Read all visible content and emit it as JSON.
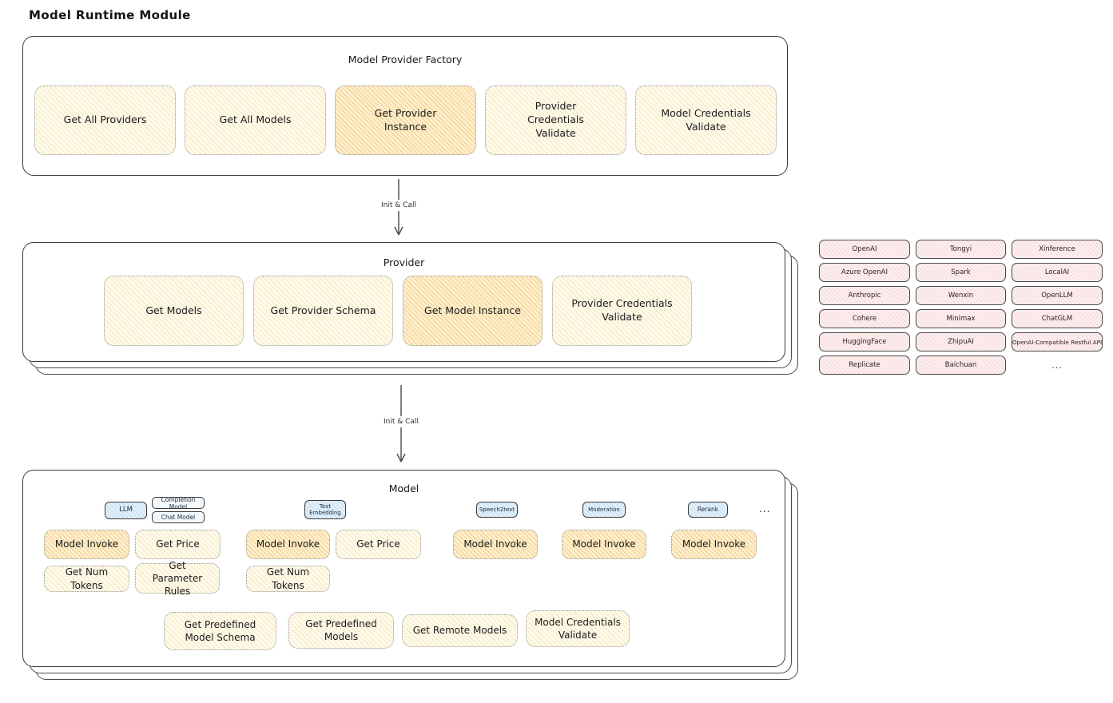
{
  "page_title": "Model Runtime Module",
  "factory": {
    "title": "Model Provider Factory",
    "cards": {
      "get_all_providers": "Get All Providers",
      "get_all_models": "Get All Models",
      "get_provider_instance": "Get Provider Instance",
      "provider_credentials_validate": "Provider Credentials Validate",
      "model_credentials_validate": "Model Credentials Validate"
    }
  },
  "arrows": {
    "factory_to_provider": "Init & Call",
    "provider_to_model": "Init & Call"
  },
  "provider": {
    "title": "Provider",
    "cards": {
      "get_models": "Get Models",
      "get_provider_schema": "Get Provider Schema",
      "get_model_instance": "Get Model Instance",
      "provider_credentials_validate": "Provider Credentials Validate"
    }
  },
  "provider_list": {
    "items": [
      "OpenAI",
      "Tongyi",
      "Xinference",
      "Azure OpenAI",
      "Spark",
      "LocalAI",
      "Anthropic",
      "Wenxin",
      "OpenLLM",
      "Cohere",
      "Minimax",
      "ChatGLM",
      "HuggingFace",
      "ZhipuAI",
      "OpenAI-Compatible Restful API",
      "Replicate",
      "Baichuan"
    ],
    "more_label": "..."
  },
  "model": {
    "title": "Model",
    "groups": {
      "llm": {
        "tag": "LLM",
        "subtag_completion": "Completion Model",
        "subtag_chat": "Chat Model",
        "invoke": "Model Invoke",
        "price": "Get Price",
        "num_tokens": "Get Num Tokens",
        "parameter_rules": "Get Parameter Rules"
      },
      "text_embedding": {
        "tag": "Text Embedding",
        "invoke": "Model Invoke",
        "price": "Get Price",
        "num_tokens": "Get Num Tokens"
      },
      "speech2text": {
        "tag": "Speech2text",
        "invoke": "Model Invoke"
      },
      "moderation": {
        "tag": "Moderation",
        "invoke": "Model Invoke"
      },
      "rerank": {
        "tag": "Rerank",
        "invoke": "Model Invoke"
      }
    },
    "more_label": "...",
    "bottom_cards": {
      "get_predefined_model_schema": "Get Predefined Model Schema",
      "get_predefined_models": "Get Predefined Models",
      "get_remote_models": "Get Remote Models",
      "model_credentials_validate": "Model Credentials Validate"
    }
  },
  "colors": {
    "card_yellow": "#FEFAEC",
    "card_highlight_orange": "#FCF0D2",
    "tag_blue": "#E3F0FA",
    "provider_pink": "#FDF0F0",
    "outline": "#3A3A3A"
  }
}
